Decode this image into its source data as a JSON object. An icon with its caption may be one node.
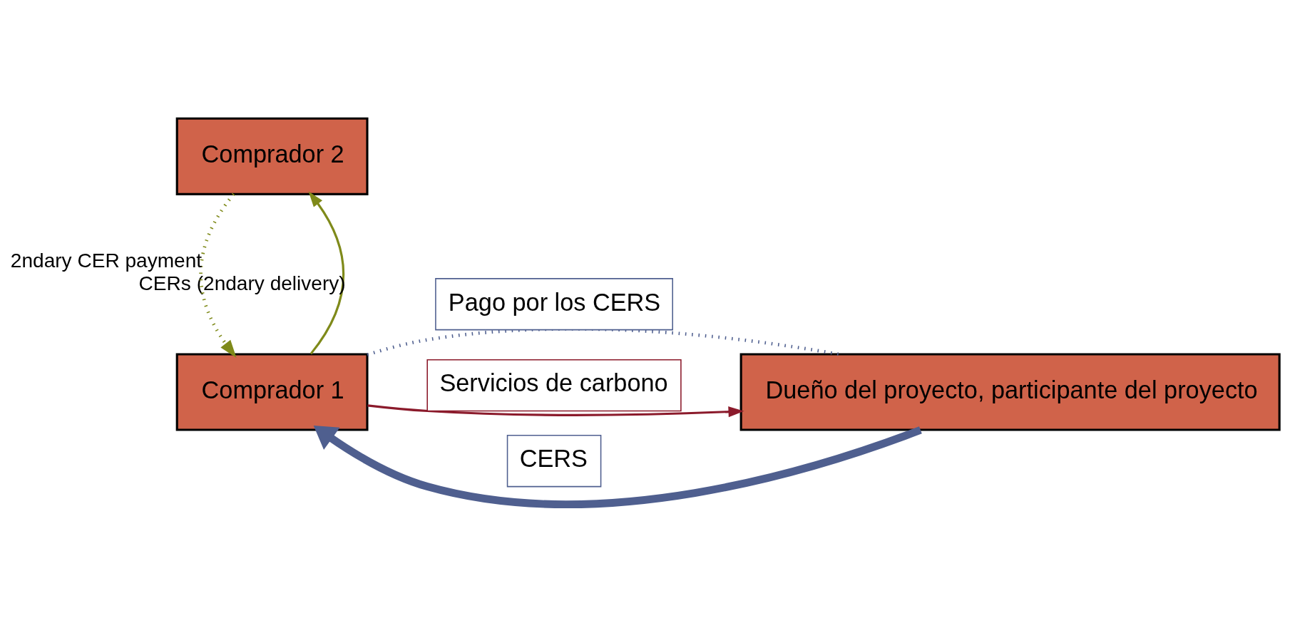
{
  "diagram": {
    "nodes": [
      {
        "text": [
          "Comprador 1"
        ]
      },
      {
        "text": [
          "Dueño del proyecto, participante del proyecto"
        ]
      },
      {
        "text": [
          "Comprador 2"
        ]
      }
    ],
    "edges": [
      {
        "from": 0,
        "to": 1,
        "arrow": "none",
        "label": "Pago por los CERS",
        "style": "dashed",
        "color": "#4f5f8f"
      },
      {
        "from": 0,
        "to": 1,
        "arrow": "to",
        "label": "Servicios de carbono",
        "color": "#8b1a2b"
      },
      {
        "from": 1,
        "to": 0,
        "arrow": "to",
        "label": "CERS",
        "style": "thick",
        "color": "#4f5f8f"
      },
      {
        "from": 0,
        "to": 2,
        "arrow": "to",
        "label": "CERs (2ndary delivery)",
        "color": "#7f8a1a"
      },
      {
        "from": 2,
        "to": 0,
        "arrow": "to",
        "label": "2ndary CER payment",
        "style": "dashed",
        "color": "#7f8a1a"
      }
    ]
  }
}
